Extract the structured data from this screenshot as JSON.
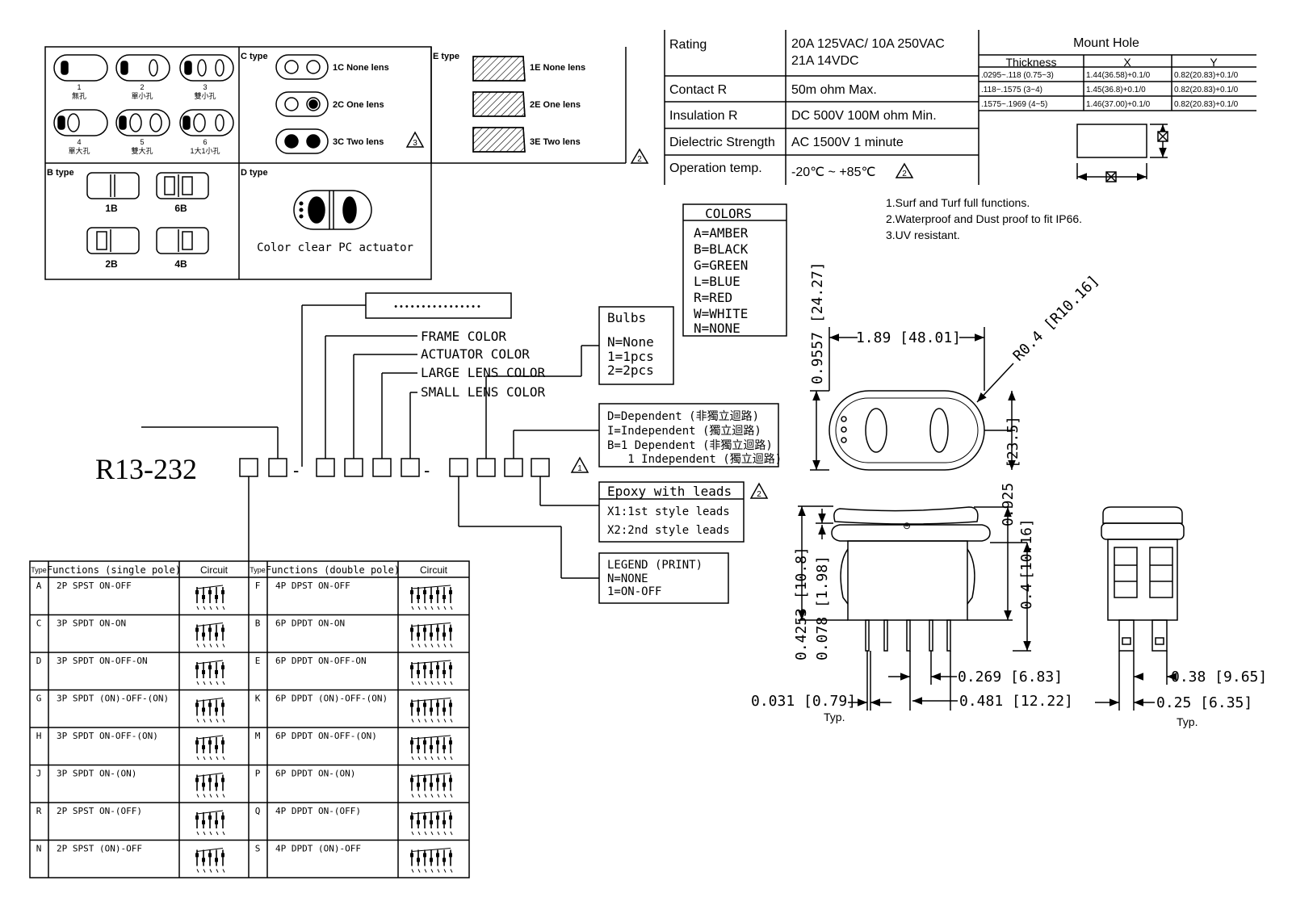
{
  "part_number": "R13-232",
  "sep1": "-",
  "sep2": "-",
  "top_code": "••••••••••••••••",
  "lens_types": {
    "a_labels": [
      {
        "num": "1",
        "text": "無孔"
      },
      {
        "num": "2",
        "text": "單小孔"
      },
      {
        "num": "3",
        "text": "雙小孔"
      },
      {
        "num": "4",
        "text": "單大孔"
      },
      {
        "num": "5",
        "text": "雙大孔"
      },
      {
        "num": "6",
        "text": "1大1小孔"
      }
    ],
    "c_title": "C type",
    "c_items": [
      "1C  None lens",
      "2C  One lens",
      "3C  Two lens"
    ],
    "e_title": "E type",
    "e_items": [
      "1E  None lens",
      "2E  One lens",
      "3E  Two lens"
    ],
    "b_title": "B type",
    "b_items": [
      "1B",
      "6B",
      "2B",
      "4B"
    ],
    "d_title": "D type",
    "d_caption": "Color clear PC actuator"
  },
  "specs": [
    {
      "label": "Rating",
      "value": [
        "20A 125VAC/ 10A 250VAC",
        "21A 14VDC"
      ]
    },
    {
      "label": "Contact R",
      "value": [
        "50m ohm Max."
      ]
    },
    {
      "label": "Insulation R",
      "value": [
        "DC 500V 100M ohm Min."
      ]
    },
    {
      "label": "Dielectric Strength",
      "value": [
        "AC 1500V 1 minute"
      ]
    },
    {
      "label": "Operation temp.",
      "value": [
        "-20℃ ~ +85℃"
      ]
    }
  ],
  "mount_hole": {
    "title": "Mount Hole",
    "headers": [
      "Thickness",
      "X",
      "Y"
    ],
    "rows": [
      [
        ".0295~.118 (0.75~3)",
        "1.44(36.58)+0.1/0",
        "0.82(20.83)+0.1/0"
      ],
      [
        ".118~.1575  (3~4)",
        "1.45(36.8)+0.1/0",
        "0.82(20.83)+0.1/0"
      ],
      [
        ".1575~.1969 (4~5)",
        "1.46(37.00)+0.1/0",
        "0.82(20.83)+0.1/0"
      ]
    ]
  },
  "notes": [
    "1.Surf and Turf full functions.",
    "2.Waterproof and Dust proof to fit IP66.",
    "3.UV resistant."
  ],
  "colors": {
    "title": "COLORS",
    "items": [
      "A=AMBER",
      "B=BLACK",
      "G=GREEN",
      "L=BLUE",
      "R=RED",
      "W=WHITE",
      "N=NONE"
    ]
  },
  "code_labels": {
    "frame": "FRAME COLOR",
    "actuator": "ACTUATOR COLOR",
    "large_lens": "LARGE LENS COLOR",
    "small_lens": "SMALL LENS COLOR"
  },
  "bulbs": {
    "title": "Bulbs",
    "items": [
      "N=None",
      "1=1pcs",
      "2=2pcs"
    ]
  },
  "circuit_options": [
    "D=Dependent (非獨立迴路)",
    "I=Independent (獨立迴路)",
    "B=1 Dependent (非獨立迴路)",
    "   1 Independent (獨立迴路)"
  ],
  "epoxy": {
    "title": "Epoxy with leads",
    "items": [
      "X1:1st style leads",
      "X2:2nd style leads"
    ]
  },
  "legend": {
    "title": "LEGEND (PRINT)",
    "items": [
      "N=NONE",
      "1=ON-OFF"
    ]
  },
  "revision_marks": [
    "2",
    "3",
    "1"
  ],
  "functions_table": {
    "headers": [
      "Type",
      "Functions (single pole)",
      "Circuit",
      "Type",
      "Functions (double pole)",
      "Circuit"
    ],
    "rows": [
      [
        "A",
        "2P SPST ON-OFF",
        "F",
        "4P DPST ON-OFF"
      ],
      [
        "C",
        "3P SPDT ON-ON",
        "B",
        "6P DPDT ON-ON"
      ],
      [
        "D",
        "3P SPDT ON-OFF-ON",
        "E",
        "6P DPDT ON-OFF-ON"
      ],
      [
        "G",
        "3P SPDT (ON)-OFF-(ON)",
        "K",
        "6P DPDT (ON)-OFF-(ON)"
      ],
      [
        "H",
        "3P SPDT ON-OFF-(ON)",
        "M",
        "6P DPDT ON-OFF-(ON)"
      ],
      [
        "J",
        "3P SPDT ON-(ON)",
        "P",
        "6P DPDT ON-(ON)"
      ],
      [
        "R",
        "2P SPST ON-(OFF)",
        "Q",
        "4P DPDT ON-(OFF)"
      ],
      [
        "N",
        "2P SPST (ON)-OFF",
        "S",
        "4P DPDT (ON)-OFF"
      ]
    ]
  },
  "dimensions": {
    "width": "1.89 [48.01]",
    "radius": "R0.4 [R10.16]",
    "height_total": "0.9557 [24.27]",
    "height_body": "[23.5]",
    "side_h1": "0.925",
    "side_h2": "[10.16]",
    "side_h3": "0.4",
    "left_1": "0.4253 [10.8]",
    "left_2": "0.078 [1.98]",
    "pin_pitch": "0.269 [6.83]",
    "pin_span": "0.481 [12.22]",
    "pin_thick": "0.031 [0.79]",
    "typ": "Typ.",
    "end_w": "0.38 [9.65]",
    "end_pin": "0.25 [6.35]"
  }
}
